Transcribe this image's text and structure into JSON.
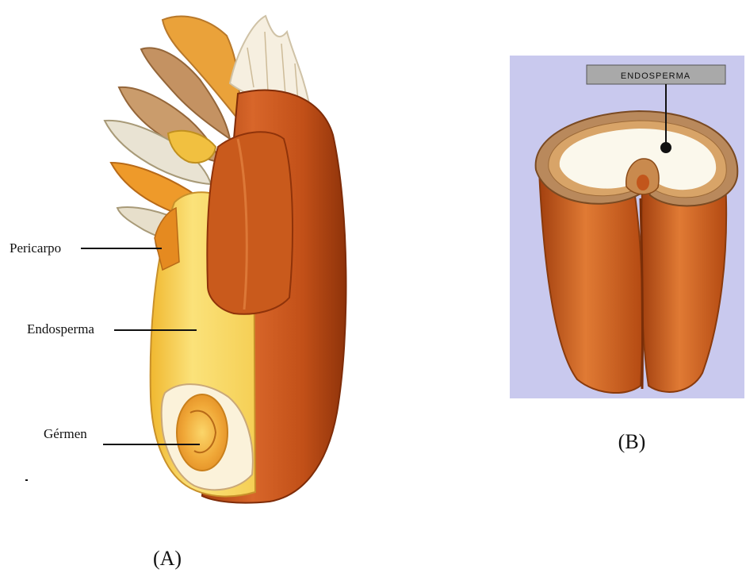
{
  "panel_a": {
    "caption": "(A)",
    "labels": {
      "pericarp": "Pericarpo",
      "endosperm": "Endosperma",
      "germ": "Gérmen"
    }
  },
  "panel_b": {
    "caption": "(B)",
    "labels": {
      "endosperm": "ENDOSPERMA"
    },
    "background_color": "#c9c9ee"
  },
  "colors": {
    "bran_orange": "#c9561a",
    "bran_dark": "#9c3a0c",
    "endosperm_yellow": "#f7d760",
    "endosperm_white": "#fbf8ec",
    "husk_tan": "#c79a68",
    "label_box": "#a9a9a9"
  }
}
